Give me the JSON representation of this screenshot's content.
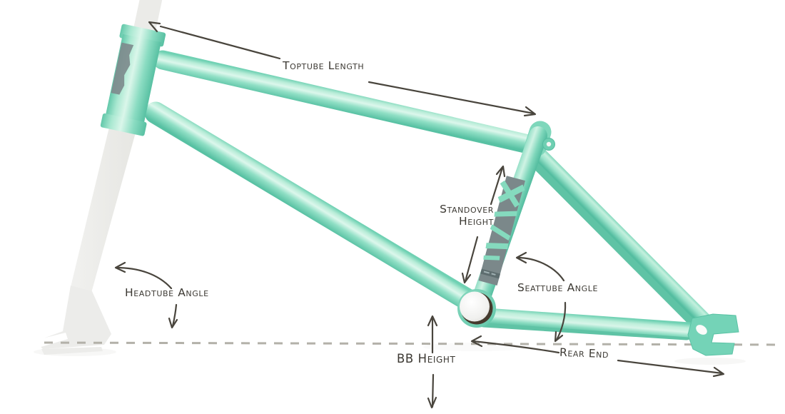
{
  "diagram": {
    "labels": {
      "toptube_length": "Toptube Length",
      "standover_line1": "Standover",
      "standover_line2": "Height",
      "headtube_angle": "Headtube Angle",
      "seattube_angle": "Seattube Angle",
      "bb_height": "BB Height",
      "rear_end": "Rear End"
    },
    "colors": {
      "frame_mint": "#82d9bd",
      "frame_mint_highlight": "#daf6ea",
      "frame_mint_shadow": "#57c0a2",
      "fork_ghost_gray": "#ececea",
      "logo_gray": "#7b888a",
      "annotation_ink": "#49453d",
      "ground_dash_gray": "#b3b1a9",
      "background": "#ffffff"
    }
  }
}
